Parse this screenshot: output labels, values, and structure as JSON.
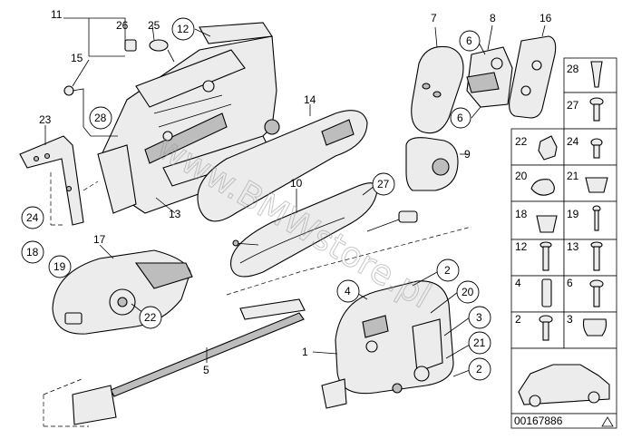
{
  "diagram": {
    "callouts": {
      "c11": "11",
      "c26": "26",
      "c25": "25",
      "c12a": "12",
      "c15": "15",
      "c28a": "28",
      "c23": "23",
      "c24a": "24",
      "c13": "13",
      "c14": "14",
      "c10": "10",
      "c27a": "27",
      "c7": "7",
      "c8": "8",
      "c16": "16",
      "c6a": "6",
      "c6b": "6",
      "c9": "9",
      "c17": "17",
      "c18": "18",
      "c19": "19",
      "c22a": "22",
      "c5": "5",
      "c4": "4",
      "c2a": "2",
      "c20": "20",
      "c3": "3",
      "c1": "1",
      "c21": "21",
      "c2b": "2"
    },
    "grid": {
      "r1": {
        "l": "",
        "r": "28"
      },
      "r2": {
        "l": "",
        "r": "27"
      },
      "r3": {
        "l": "22",
        "r": "24"
      },
      "r4": {
        "l": "20",
        "r": "21"
      },
      "r5": {
        "l": "18",
        "r": "19"
      },
      "r6": {
        "l": "12",
        "r": "13"
      },
      "r7": {
        "l": "4",
        "r": "6"
      },
      "r8": {
        "l": "2",
        "r": "3"
      }
    },
    "doc_number": "00167886",
    "watermark": "www.BMWstore.pl"
  }
}
